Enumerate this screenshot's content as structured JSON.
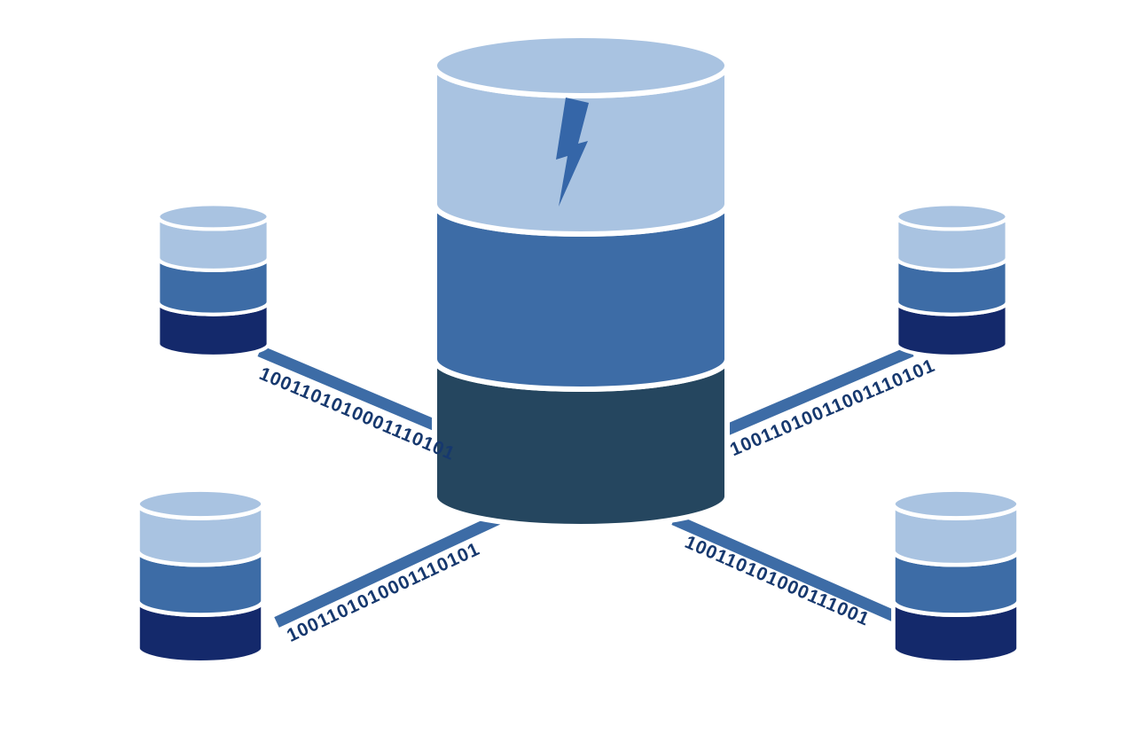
{
  "diagram": {
    "type": "database-network-diagram",
    "colors": {
      "band_light": "#a9c3e1",
      "band_medium": "#3d6ca6",
      "band_dark_small": "#14296b",
      "band_dark_central": "#25465f",
      "connector": "#3d6ca6",
      "bolt": "#3566a8",
      "label_text": "#16386e",
      "background": "#ffffff"
    },
    "central_database": {
      "icon": "lightning-bolt-icon",
      "bands": [
        "light",
        "medium",
        "dark"
      ]
    },
    "satellite_databases": [
      {
        "id": "top-left"
      },
      {
        "id": "top-right"
      },
      {
        "id": "bottom-left"
      },
      {
        "id": "bottom-right"
      }
    ],
    "connections": {
      "top_left": {
        "label": "1001101010001110101"
      },
      "top_right": {
        "label": "10011010011001110101"
      },
      "bottom_left": {
        "label": "1001101010001110101"
      },
      "bottom_right": {
        "label": "100110101000111001"
      }
    }
  }
}
